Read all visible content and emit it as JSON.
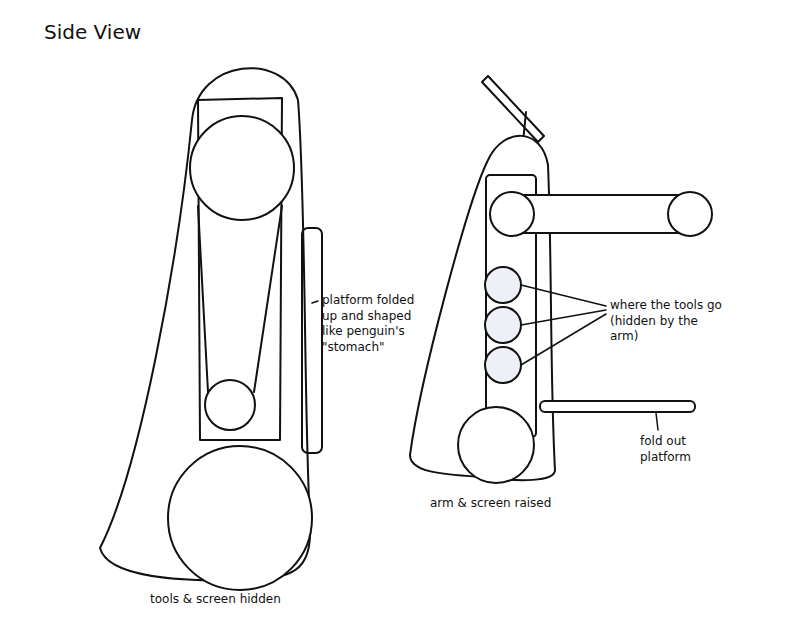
{
  "diagram": {
    "title": "Side View",
    "labels": [
      "platform folded up and shaped like penguin's \"stomach\"",
      "where the tools go (hidden by the arm)",
      "fold out platform",
      "tools & screen hidden",
      "arm & screen raised"
    ]
  }
}
